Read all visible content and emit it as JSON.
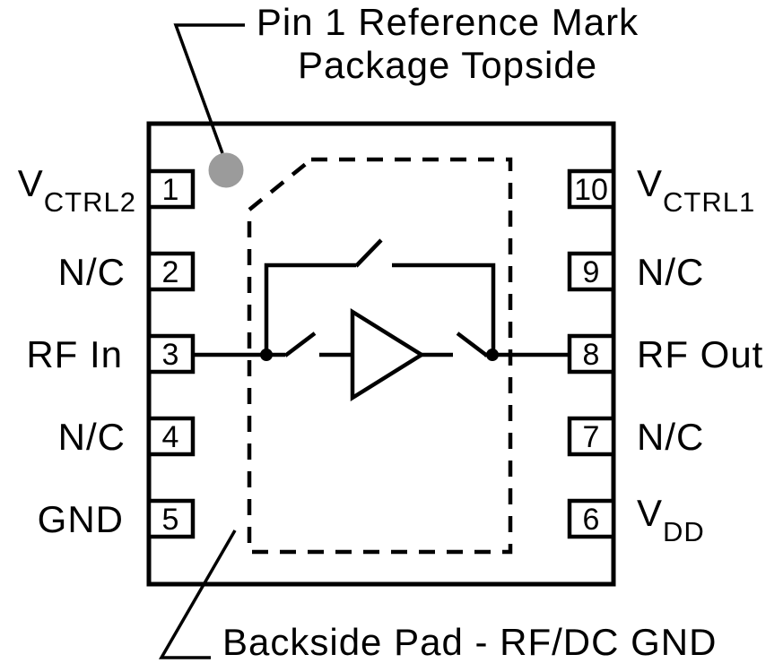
{
  "colors": {
    "background": "#ffffff",
    "line": "#000000",
    "pin1_mark_gray": "#9b9b9b"
  },
  "annotations": {
    "top_line1": "Pin 1 Reference Mark",
    "top_line2": "Package Topside",
    "bottom_caption": "Backside Pad - RF/DC GND"
  },
  "pins": {
    "left": [
      {
        "number": "1",
        "label_main": "V",
        "label_sub": "CTRL2"
      },
      {
        "number": "2",
        "label_main": "N/C",
        "label_sub": ""
      },
      {
        "number": "3",
        "label_main": "RF In",
        "label_sub": ""
      },
      {
        "number": "4",
        "label_main": "N/C",
        "label_sub": ""
      },
      {
        "number": "5",
        "label_main": "GND",
        "label_sub": ""
      }
    ],
    "right": [
      {
        "number": "10",
        "label_main": "V",
        "label_sub": "CTRL1"
      },
      {
        "number": "9",
        "label_main": "N/C",
        "label_sub": ""
      },
      {
        "number": "8",
        "label_main": "RF Out",
        "label_sub": ""
      },
      {
        "number": "7",
        "label_main": "N/C",
        "label_sub": ""
      },
      {
        "number": "6",
        "label_main": "V",
        "label_sub": "DD"
      }
    ]
  },
  "circuit": {
    "icons": [
      "amplifier-icon",
      "series-input-switch-icon",
      "series-output-switch-icon",
      "bypass-switch-icon",
      "pin1-reference-mark-dot",
      "backside-pad-dashed-outline"
    ]
  }
}
